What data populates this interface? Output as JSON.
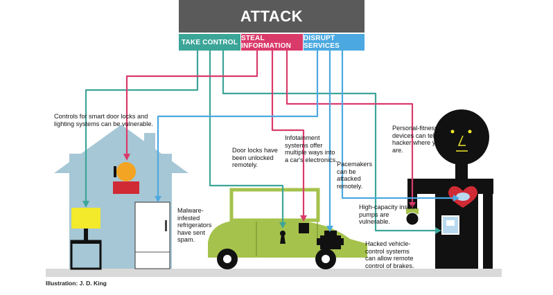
{
  "header": {
    "title": "ATTACK"
  },
  "categories": [
    {
      "id": "take",
      "label": "TAKE CONTROL",
      "color": "#3ba598"
    },
    {
      "id": "steal",
      "label": "STEAL INFORMATION",
      "color": "#d93a6a"
    },
    {
      "id": "disrupt",
      "label": "DISRUPT SERVICES",
      "color": "#4ba8e0"
    }
  ],
  "colors": {
    "header_bg": "#5a5a5a",
    "house": "#a6c7d5",
    "car": "#a5c24c",
    "person": "#111111",
    "ground": "#d9d9d9"
  },
  "notes": {
    "smart_home": "Controls for smart door locks and lighting systems can be vulnerable.",
    "fridge": "Malware-infested refrigerators have sent spam.",
    "door_locks": "Door locks have been unlocked remotely.",
    "infotainment": "Infotainment systems offer multiple ways into a car's electronics.",
    "pacemakers": "Pacemakers can be attacked remotely.",
    "fitness": "Personal-fitness devices can tell a hacker where you are.",
    "insulin": "High-capacity insulin pumps are vulnerable.",
    "vehicle_control": "Hacked vehicle-control systems can allow remote control of brakes."
  },
  "credit": "Illustration: J. D. King"
}
